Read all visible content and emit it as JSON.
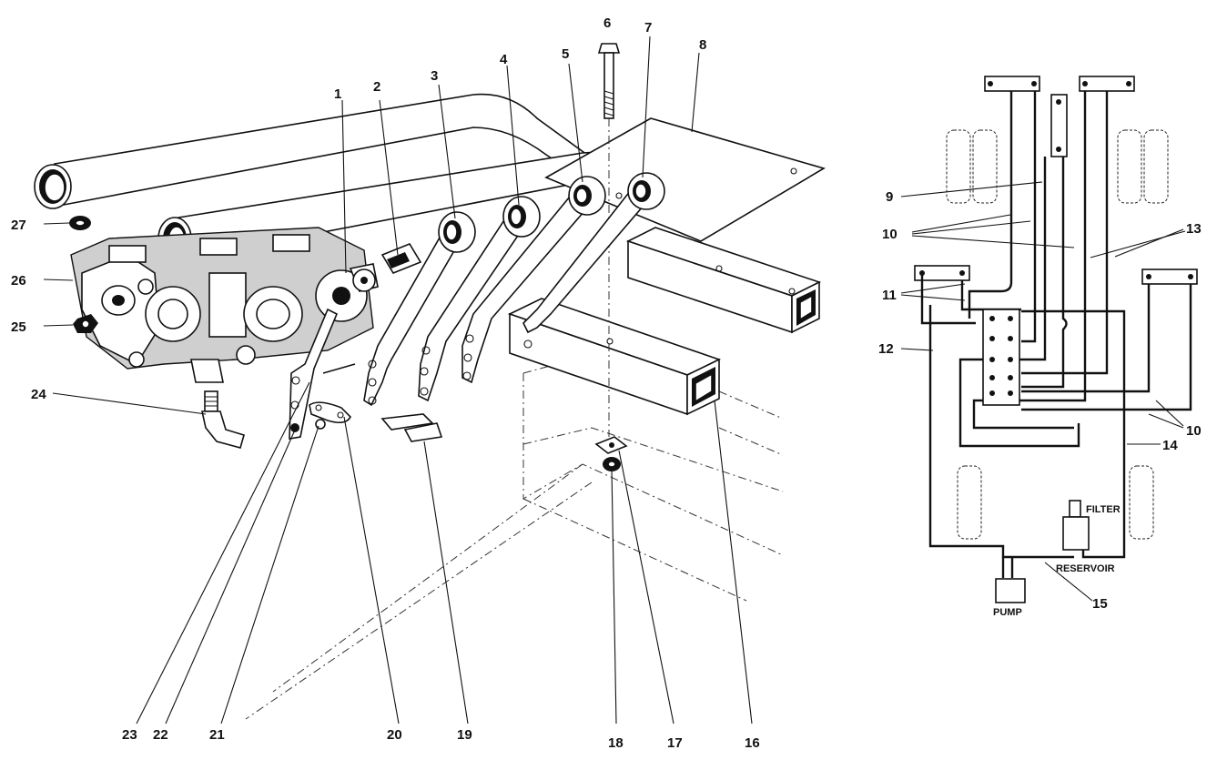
{
  "labels": {
    "l1": "1",
    "l2": "2",
    "l3": "3",
    "l4": "4",
    "l5": "5",
    "l6": "6",
    "l7": "7",
    "l8": "8",
    "l9": "9",
    "l10a": "10",
    "l10b": "10",
    "l11": "11",
    "l12": "12",
    "l13": "13",
    "l14": "14",
    "l15": "15",
    "l16": "16",
    "l17": "17",
    "l18": "18",
    "l19": "19",
    "l20": "20",
    "l21": "21",
    "l22": "22",
    "l23": "23",
    "l24": "24",
    "l25": "25",
    "l26": "26",
    "l27": "27"
  },
  "schematic": {
    "filter": "FILTER",
    "reservoir": "RESERVOIR",
    "pump": "PUMP"
  }
}
